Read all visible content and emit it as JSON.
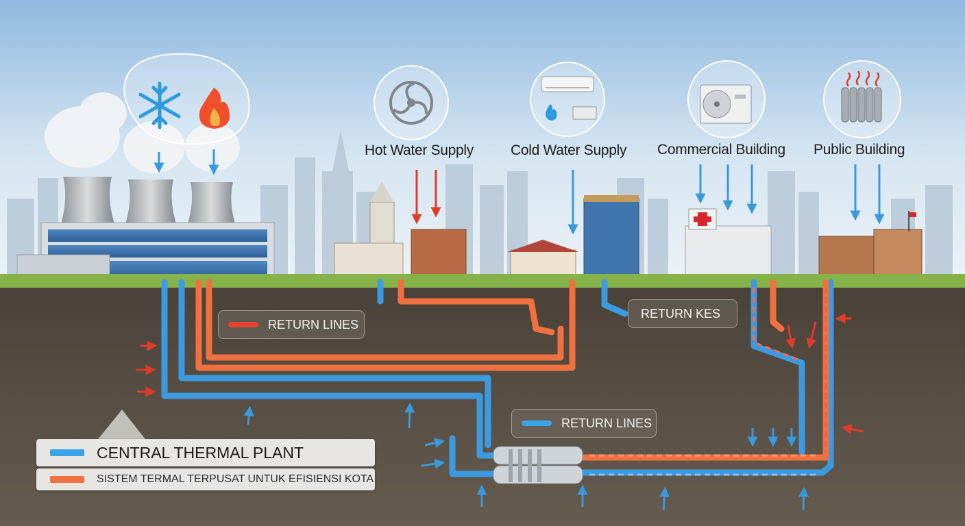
{
  "labels": {
    "hot_water_supply": "Hot Water Supply",
    "cold_water_supply": "Cold Water Supply",
    "commercial_building": "Commercial Building",
    "public_building": "Public Building"
  },
  "callouts": {
    "return_lines_left": "RETURN LINES",
    "return_lines_right": "RETURN KES",
    "return_lines_bottom": "RETURN LINES"
  },
  "legend": {
    "title": "CENTRAL THERMAL PLANT",
    "subtitle": "SISTEM TERMAL TERPUSAT UNTUK EFISIENSI KOTA"
  },
  "icons": [
    "snowflake-icon",
    "flame-icon",
    "fan-icon",
    "air-conditioner-icon",
    "outdoor-ac-unit-icon",
    "radiator-icon"
  ],
  "colors": {
    "cold": "#3c9ae0",
    "hot": "#f07040",
    "hot_arrow": "#e23a2a",
    "sky_top": "#9ec3e3",
    "ground": "#5a5146",
    "grass": "#86b24a"
  }
}
